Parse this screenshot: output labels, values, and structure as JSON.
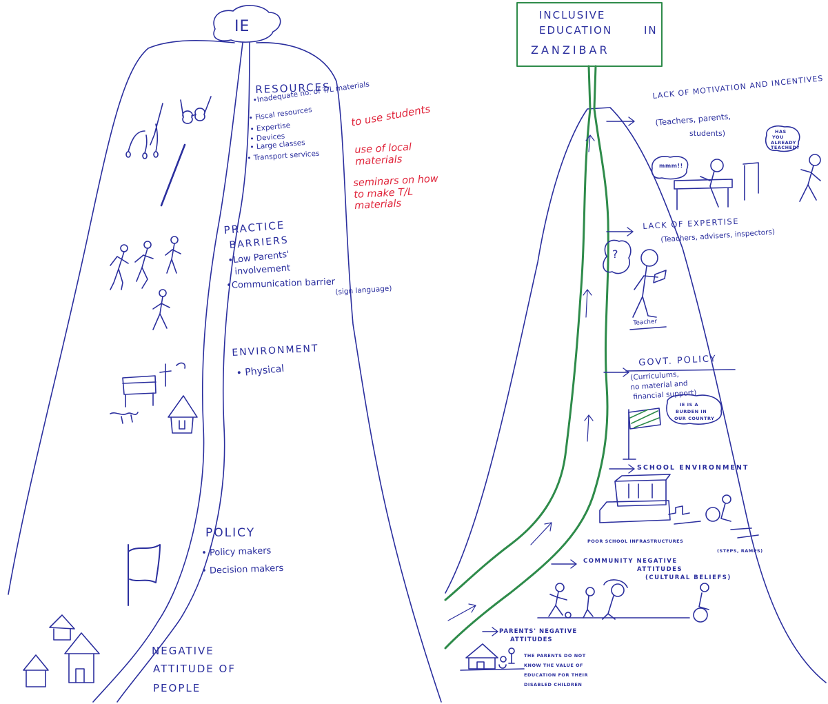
{
  "left": {
    "summit": "IE",
    "resources": {
      "heading": "RESOURCES",
      "items": [
        "•Inadequate no. of T/L materials",
        "• Fiscal resources",
        "• Expertise",
        "• Devices",
        "• Large classes",
        "• Transport services"
      ]
    },
    "suggestions": [
      "to use students",
      "use of local materials",
      "seminars on how to make T/L materials"
    ],
    "practice": {
      "heading_1": "PRACTICE",
      "heading_2": "BARRIERS",
      "item1_line1": "•Low Parents'",
      "item1_line2": "involvement",
      "item2": "•Communication barrier",
      "item2_note": "(sign language)"
    },
    "environment": {
      "heading": "ENVIRONMENT",
      "item": "• Physical"
    },
    "policy": {
      "heading": "POLICY",
      "items": [
        "• Policy makers",
        "• Decision makers"
      ]
    },
    "base": [
      "NEGATIVE",
      "ATTITUDE OF",
      "PEOPLE"
    ]
  },
  "right": {
    "sign": [
      "INCLUSIVE",
      "EDUCATION",
      "IN",
      "ZANZIBAR"
    ],
    "motivation": {
      "heading": "LACK OF MOTIVATION AND INCENTIVES",
      "detail_1": "(Teachers, parents,",
      "detail_2": "students)"
    },
    "speech_mmm": "mmm!!",
    "speech_question": [
      "HAS",
      "YOU",
      "ALREADY",
      "TEACHED?"
    ],
    "expertise": {
      "heading": "LACK OF EXPERTISE",
      "detail": "(Teachers, advisers, inspectors)"
    },
    "thought_mark": "?",
    "teacher_label": "Teacher",
    "govt_policy": {
      "heading": "GOVT. POLICY",
      "details": [
        "(Curriculums,",
        "no material and",
        "financial support)"
      ]
    },
    "burden_note": [
      "IE IS A",
      "BURDEN IN",
      "OUR COUNTRY"
    ],
    "school_environment": "SCHOOL ENVIRONMENT",
    "infrastructure": {
      "line1": "POOR SCHOOL INFRASTRUCTURES",
      "line2": "(STEPS, RAMPS)"
    },
    "community": {
      "line1": "COMMUNITY NEGATIVE",
      "line2": "ATTITUDES",
      "line3": "(CULTURAL BELIEFS)"
    },
    "parents": {
      "heading_1": "PARENTS' NEGATIVE",
      "heading_2": "ATTITUDES",
      "note": [
        "THE PARENTS DO NOT",
        "KNOW THE VALUE OF",
        "EDUCATION FOR THEIR",
        "DISABLED CHILDREN"
      ]
    }
  },
  "colors": {
    "ink": "#2b2f9e",
    "red_ink": "#e0243a",
    "path_green": "#2e8b4a",
    "paper": "#ffffff"
  }
}
